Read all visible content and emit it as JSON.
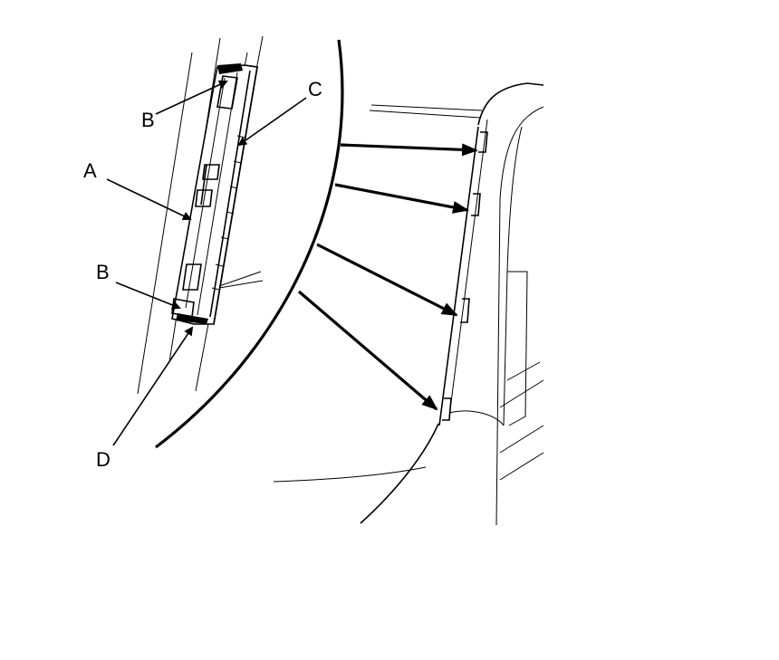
{
  "diagram": {
    "labels": {
      "a": "A",
      "b_top": "B",
      "b_bottom": "B",
      "c": "C",
      "d": "D"
    },
    "line_color": "#000000",
    "background": "#ffffff",
    "clip_arrow_count": 4
  }
}
